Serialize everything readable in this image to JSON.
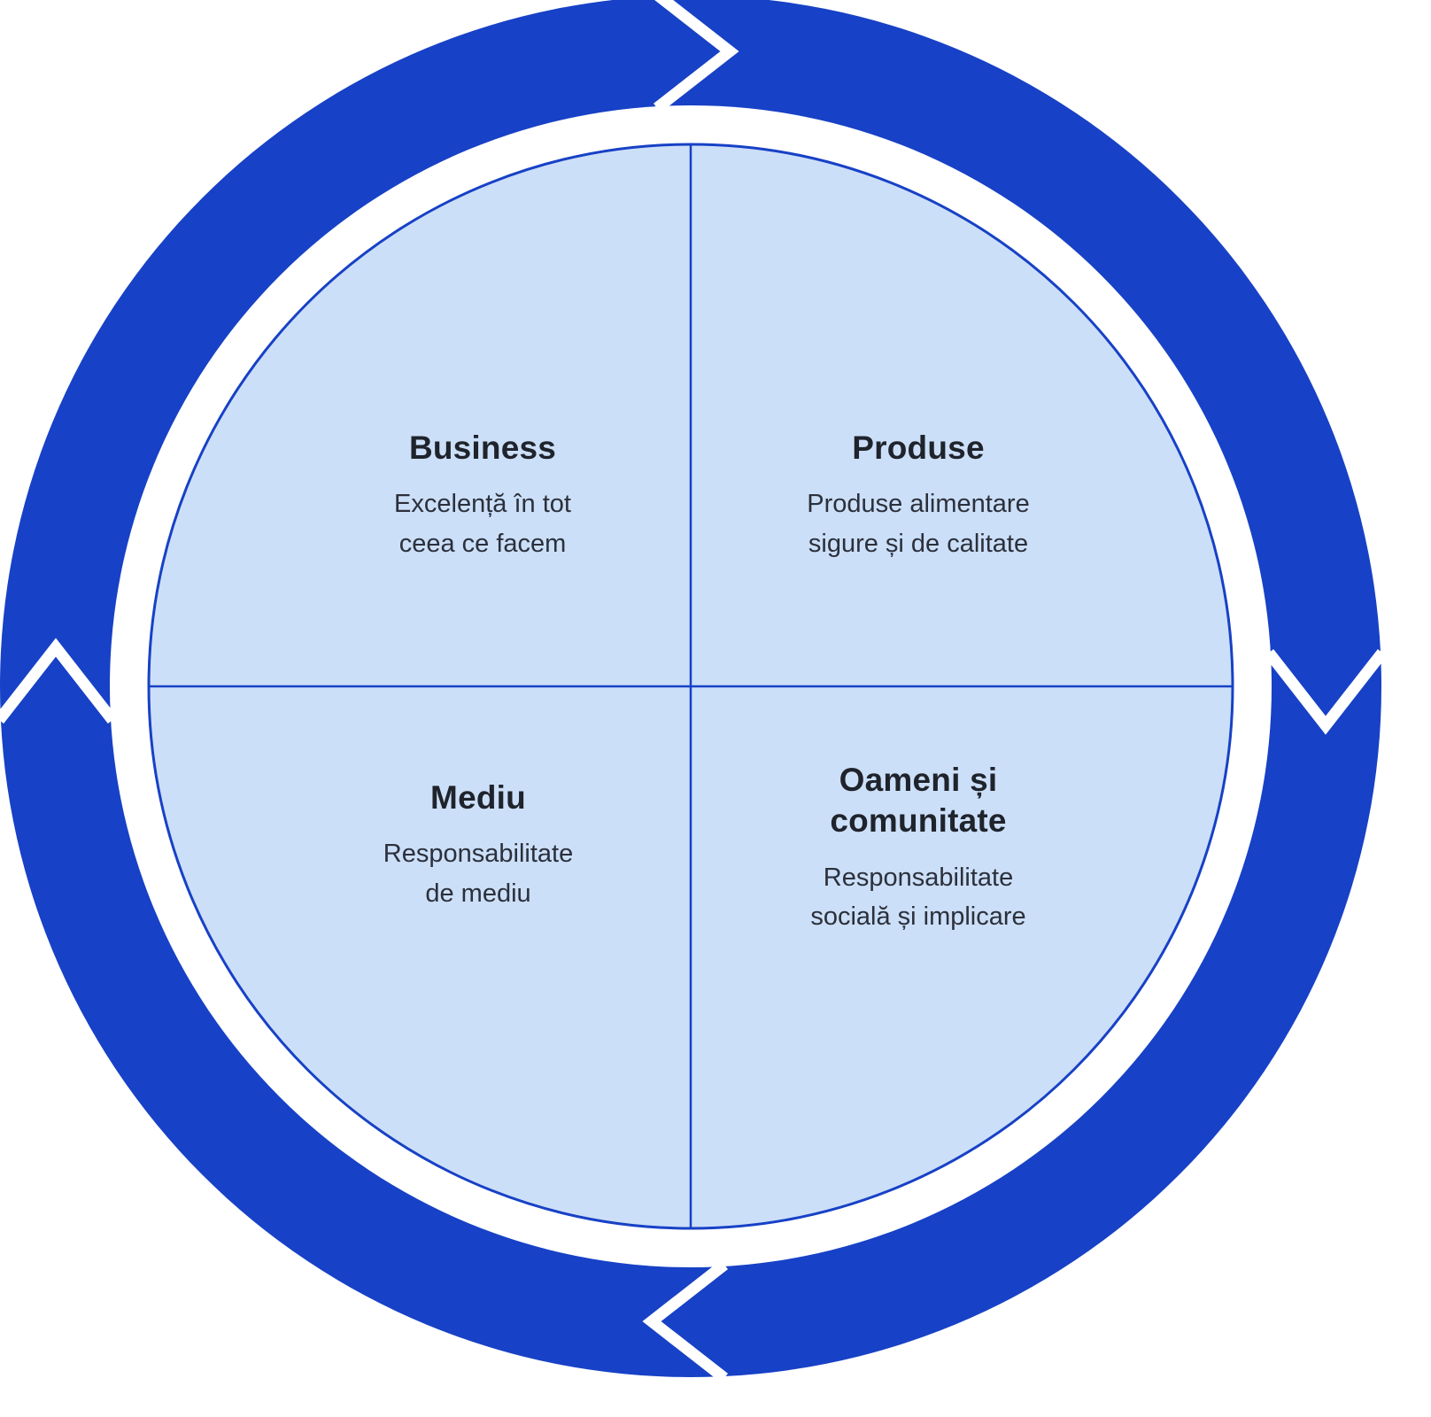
{
  "diagram": {
    "type": "cycle-quadrant-diagram",
    "colors": {
      "ring_blue": "#1741C6",
      "quadrant_fill": "#CCDFF8",
      "divider_blue": "#1741C6",
      "arrow_white": "#FFFFFF",
      "title_text": "#1F232B",
      "body_text": "#2B303B",
      "background": "#FFFFFF"
    },
    "quadrants": [
      {
        "id": "business",
        "position": "top-left",
        "title": "Business",
        "description": "Excelență în tot\nceea ce facem"
      },
      {
        "id": "produse",
        "position": "top-right",
        "title": "Produse",
        "description": "Produse alimentare\nsigure și de calitate"
      },
      {
        "id": "mediu",
        "position": "bottom-left",
        "title": "Mediu",
        "description": "Responsabilitate\nde mediu"
      },
      {
        "id": "oameni",
        "position": "bottom-right",
        "title": "Oameni și\ncomunitate",
        "description": "Responsabilitate\nsocială și implicare"
      }
    ],
    "arrows": {
      "direction": "clockwise",
      "positions": [
        "top",
        "right",
        "bottom",
        "left"
      ]
    }
  }
}
